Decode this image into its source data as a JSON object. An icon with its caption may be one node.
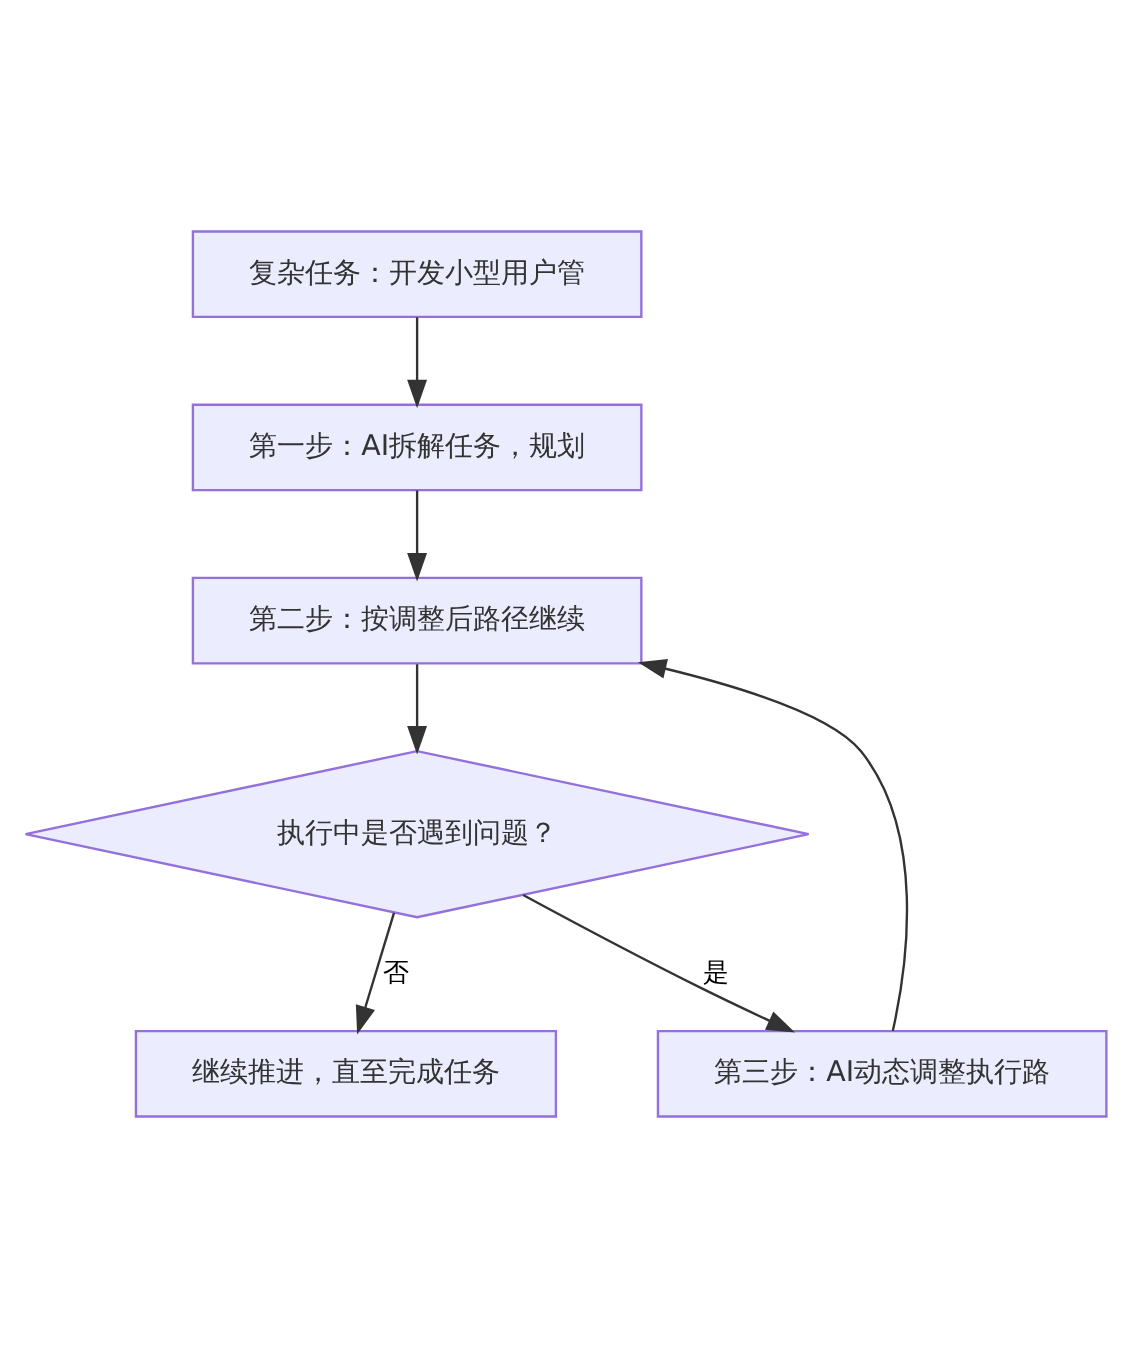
{
  "diagram": {
    "nodes": [
      {
        "text": [
          "复杂任务：开发小型用户管"
        ]
      },
      {
        "text": [
          "第一步：AI拆解任务，规划"
        ]
      },
      {
        "text": [
          "第二步：按调整后路径继续"
        ]
      },
      {
        "text": [
          "执行中是否遇到问题？"
        ]
      },
      {
        "text": [
          "继续推进，直至完成任务"
        ]
      },
      {
        "text": [
          "第三步：AI动态调整执行路"
        ]
      }
    ],
    "edges": [
      {
        "from": 0,
        "to": 1,
        "arrow": "to"
      },
      {
        "from": 1,
        "to": 2,
        "arrow": "to"
      },
      {
        "from": 2,
        "to": 3,
        "arrow": "to"
      },
      {
        "from": 3,
        "to": 4,
        "arrow": "to",
        "label": "否"
      },
      {
        "from": 3,
        "to": 5,
        "arrow": "to",
        "label": "是"
      },
      {
        "from": 5,
        "to": 2,
        "arrow": "to"
      }
    ]
  }
}
